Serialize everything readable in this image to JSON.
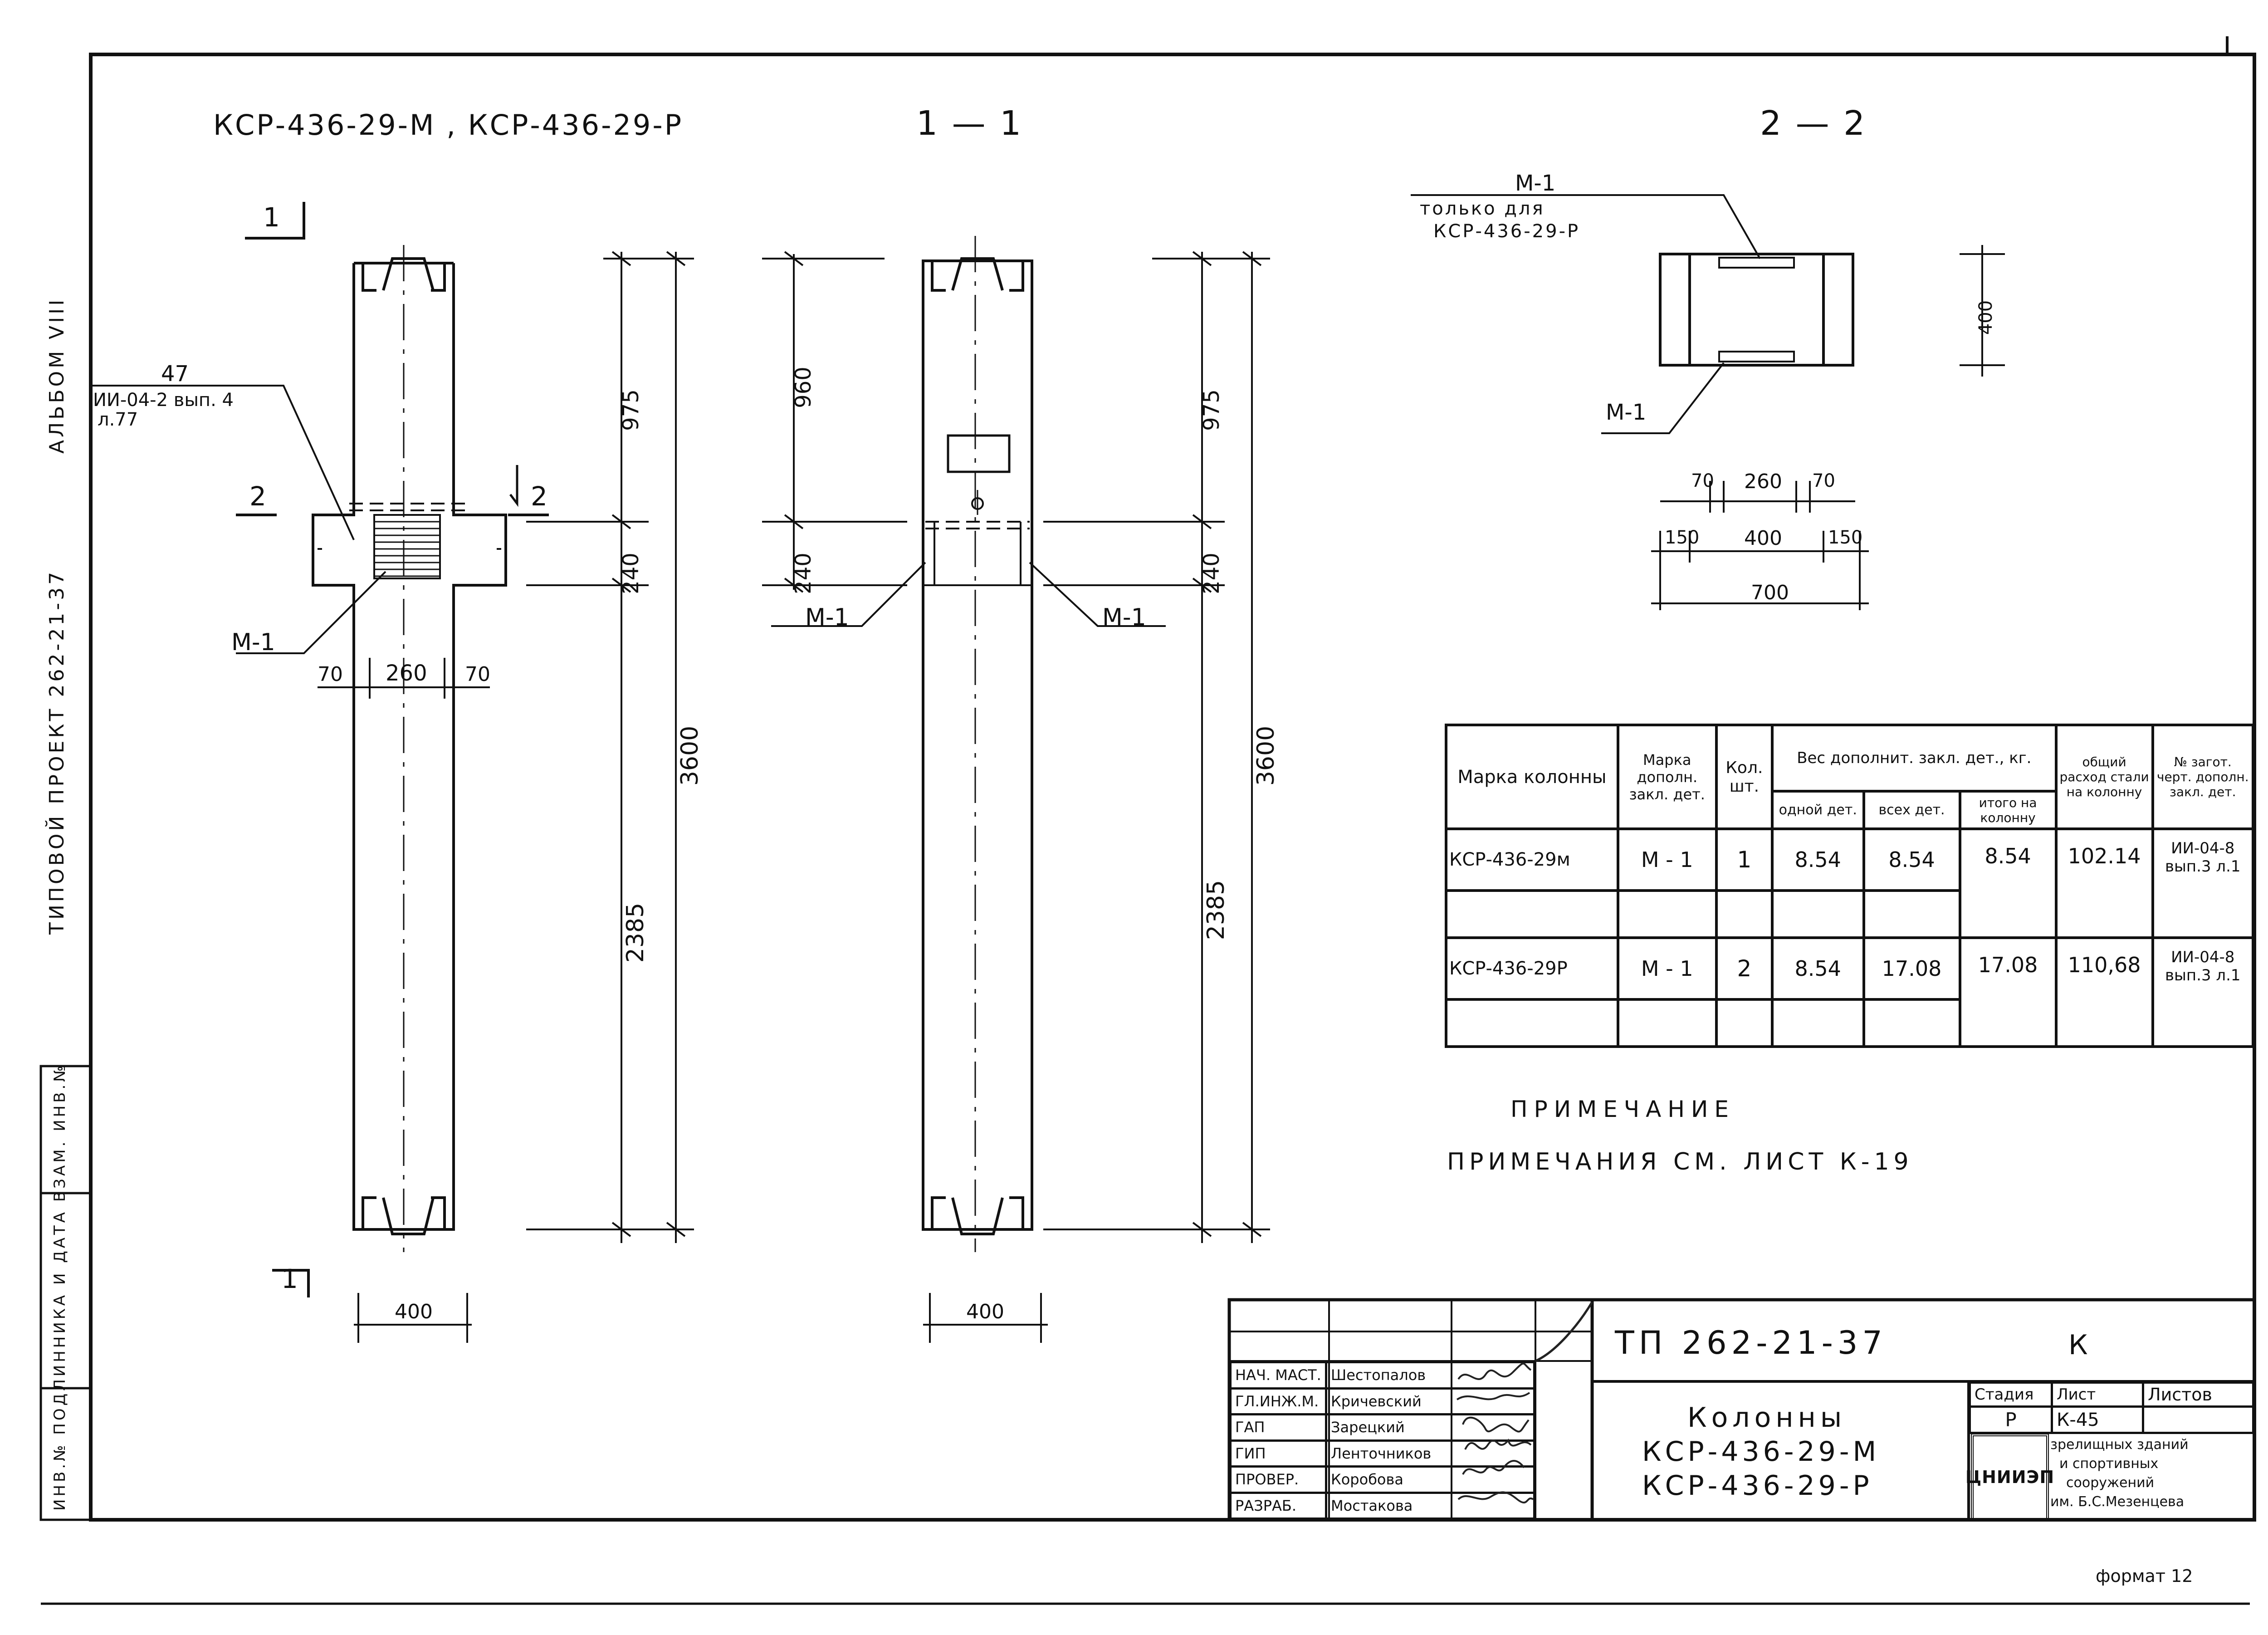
{
  "header": {
    "marks": "КСР-436-29-М , КСР-436-29-Р",
    "section_1": "1 — 1",
    "section_2": "2 — 2"
  },
  "side_margin": {
    "album": "АЛЬБОМ VIII",
    "project": "ТИПОВОЙ ПРОЕКТ 262-21-37",
    "stamp": "ИНВ.№ ПОДЛИННИКА И ДАТА ВЗАМ. ИНВ.№"
  },
  "view_front": {
    "cut_mark_top": "1",
    "cut_mark_bottom": "1",
    "section_mark_left": "2",
    "section_mark_right": "2",
    "callout_num": "47",
    "callout_ref": "ИИ-04-2 вып. 4",
    "callout_sheet": "л.77",
    "label_m1": "М-1",
    "dim_70_left": "70",
    "dim_260": "260",
    "dim_70_right": "70",
    "dim_width": "400",
    "dim_975": "975",
    "dim_240": "240",
    "dim_3600": "3600",
    "dim_2385": "2385"
  },
  "view_side": {
    "label_m1_left": "М-1",
    "label_m1_right": "М-1",
    "dim_960": "960",
    "dim_240_left": "240",
    "dim_975": "975",
    "dim_240_right": "240",
    "dim_3600": "3600",
    "dim_2385": "2385",
    "dim_width": "400"
  },
  "section_2_2": {
    "label_m1_top": "М-1",
    "note_line1": "только для",
    "note_line2": "КСР-436-29-Р",
    "label_m1_bottom": "М-1",
    "dim_height": "400",
    "dim_70a": "70",
    "dim_260": "260",
    "dim_70b": "70",
    "dim_150a": "150",
    "dim_400": "400",
    "dim_150b": "150",
    "dim_700": "700"
  },
  "spec_table": {
    "headers": {
      "col_mark": "Марка колонны",
      "col_part": "Марка дополн. закл. дет.",
      "col_qty": "Кол. шт.",
      "col_weight_group": "Вес дополнит. закл. дет., кг.",
      "col_one": "одной дет.",
      "col_all": "всех дет.",
      "col_total": "итого на колонну",
      "col_steel": "общий расход стали на колонну",
      "col_ref": "№ загот. черт. дополн. закл. дет."
    },
    "rows": [
      {
        "mark": "КСР-436-29м",
        "part": "М - 1",
        "qty": "1",
        "one": "8.54",
        "all": "8.54",
        "total": "8.54",
        "steel": "102.14",
        "ref": "ИИ-04-8 вып.3 л.1"
      },
      {
        "mark": "КСР-436-29Р",
        "part": "М - 1",
        "qty": "2",
        "one": "8.54",
        "all": "17.08",
        "total": "17.08",
        "steel": "110,68",
        "ref": "ИИ-04-8 вып.3 л.1"
      }
    ]
  },
  "note": {
    "title": "ПРИМЕЧАНИЕ",
    "text": "ПРИМЕЧАНИЯ СМ. ЛИСТ К-19"
  },
  "title_block": {
    "roles": [
      {
        "role": "НАЧ. МАСТ.",
        "name": "Шестопалов"
      },
      {
        "role": "ГЛ.ИНЖ.М.",
        "name": "Кричевский"
      },
      {
        "role": "ГАП",
        "name": "Зарецкий"
      },
      {
        "role": "ГИП",
        "name": "Ленточников"
      },
      {
        "role": "ПРОВЕР.",
        "name": "Коробова"
      },
      {
        "role": "РАЗРАБ.",
        "name": "Мостакова"
      }
    ],
    "doc_code": "ТП 262-21-37",
    "section_letter": "К",
    "title_line1": "Колонны",
    "title_line2": "КСР-436-29-М",
    "title_line3": "КСР-436-29-Р",
    "stage_label": "Стадия",
    "sheet_label": "Лист",
    "sheets_label": "Листов",
    "stage_value": "Р",
    "sheet_value": "К-45",
    "sheets_value": "",
    "org_logo": "ЦНИИЭП",
    "org_line1": "зрелищных зданий",
    "org_line2": "и спортивных",
    "org_line3": "сооружений",
    "org_line4": "им. Б.С.Мезенцева"
  },
  "format_label": "формат 12"
}
